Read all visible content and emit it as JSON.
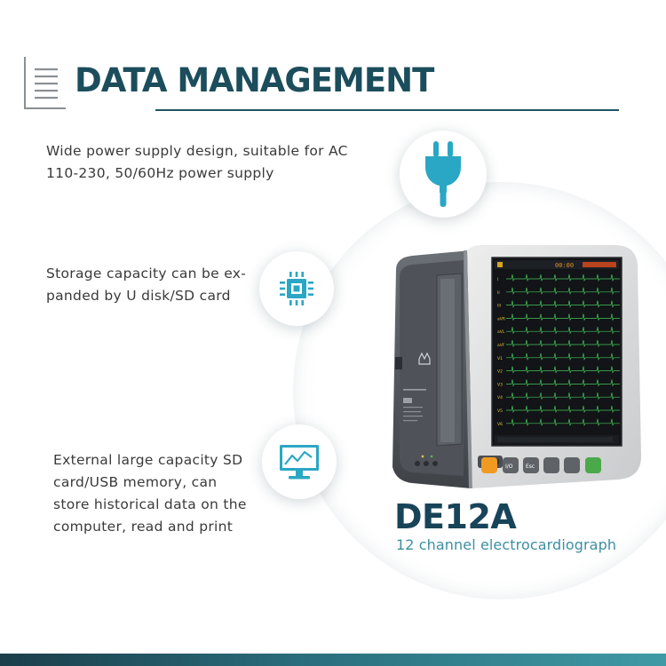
{
  "header": {
    "title": "DATA MANAGEMENT",
    "icon": "document-lines-icon"
  },
  "features": [
    {
      "icon": "power-plug-icon",
      "lines": [
        "Wide power supply design, suitable for AC",
        "110-230, 50/60Hz power supply"
      ]
    },
    {
      "icon": "chip-icon",
      "lines": [
        "Storage capacity can be ex-",
        "panded by U disk/SD card"
      ]
    },
    {
      "icon": "monitor-chart-icon",
      "lines": [
        "External large capacity SD",
        "card/USB memory, can",
        "store historical data on the",
        "computer, read and print"
      ]
    }
  ],
  "product": {
    "model": "DE12A",
    "subtitle": "12 channel electrocardiograph",
    "screen_clock": "00:00",
    "leads": [
      "I",
      "II",
      "III",
      "aVR",
      "aVL",
      "aVF",
      "V1",
      "V2",
      "V3",
      "V4",
      "V5",
      "V6"
    ],
    "buttons": [
      "",
      "I/O",
      "Esc",
      "",
      ""
    ]
  },
  "colors": {
    "title": "#1c4d5c",
    "accent": "#2aa7c4",
    "model": "#18445a",
    "subtitle": "#3c8fa0"
  }
}
